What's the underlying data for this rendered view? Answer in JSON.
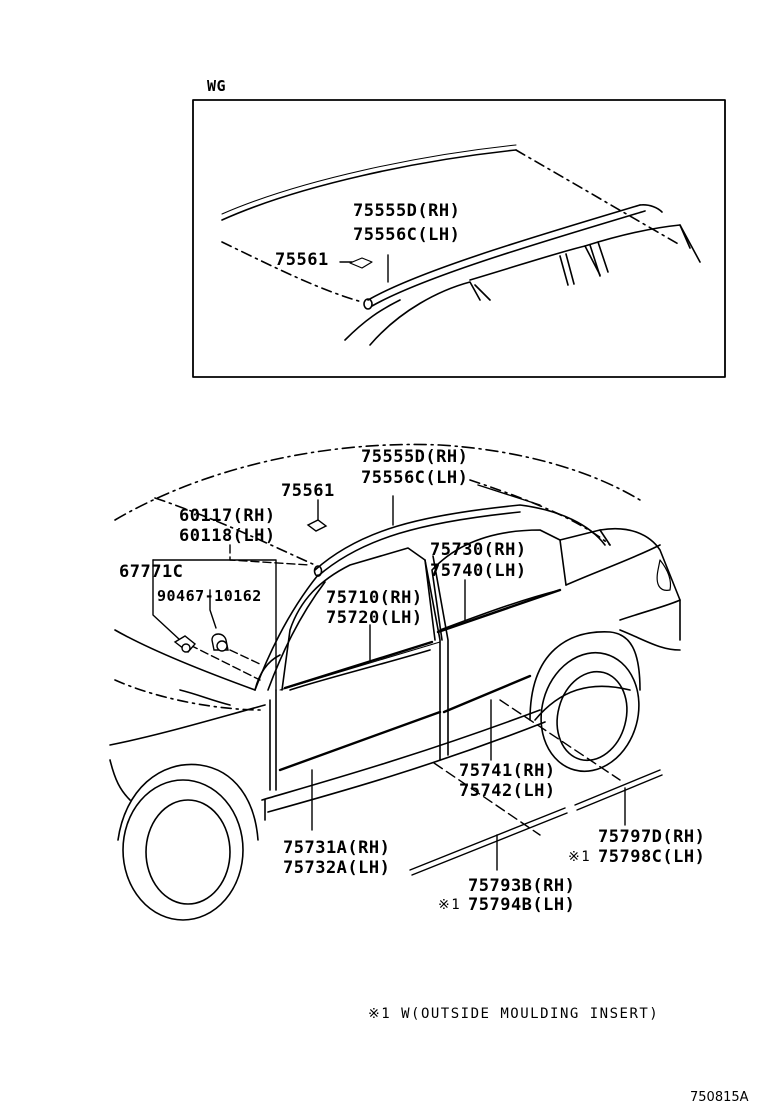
{
  "inset": {
    "title": "WG",
    "labels": {
      "rail_rh": "75555D(RH)",
      "rail_lh": "75556C(LH)",
      "clip": "75561"
    }
  },
  "main": {
    "labels": {
      "rail_rh": "75555D(RH)",
      "rail_lh": "75556C(LH)",
      "clip": "75561",
      "emblem_rh": "60117(RH)",
      "emblem_lh": "60118(LH)",
      "clip_c": "67771C",
      "screw": "90467-10162",
      "rear_belt_rh": "75730(RH)",
      "rear_belt_lh": "75740(LH)",
      "front_belt_rh": "75710(RH)",
      "front_belt_lh": "75720(LH)",
      "rear_side_rh": "75741(RH)",
      "rear_side_lh": "75742(LH)",
      "front_side_rh": "75731A(RH)",
      "front_side_lh": "75732A(LH)",
      "rocker_rear_rh": "75797D(RH)",
      "rocker_rear_lh": "75798C(LH)",
      "rocker_front_rh": "75793B(RH)",
      "rocker_front_lh": "75794B(LH)",
      "mark1": "※1",
      "mark2": "※1"
    },
    "footnote": "※1 W(OUTSIDE MOULDING INSERT)",
    "diagram_code": "750815A"
  }
}
